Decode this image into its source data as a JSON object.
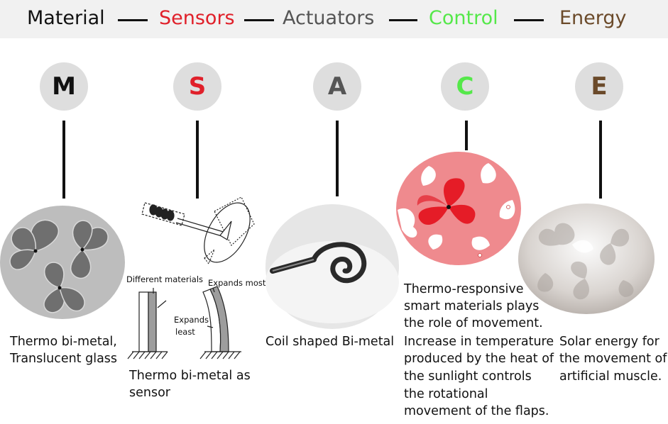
{
  "header": {
    "material": "Material",
    "sensors": "Sensors",
    "actuators": "Actuators",
    "control": "Control",
    "energy": "Energy"
  },
  "colors": {
    "material": "#111111",
    "sensors": "#e0202a",
    "actuators": "#555555",
    "control": "#55e84a",
    "energy": "#6b4a2a"
  },
  "letters": {
    "m": "M",
    "s": "S",
    "a": "A",
    "c": "C",
    "e": "E"
  },
  "captions": {
    "material_line1": "Thermo bi-metal,",
    "material_line2": "Translucent glass",
    "sensor_line1": "Thermo bi-metal as",
    "sensor_line2": "sensor",
    "actuator": "Coil shaped Bi-metal",
    "control_lines": [
      "Thermo-responsive",
      "smart materials plays",
      "the role of movement.",
      "Increase in temperature",
      "produced by the heat of",
      "the sunlight controls",
      "the rotational",
      "movement of the flaps."
    ],
    "energy_lines": [
      "Solar energy for",
      "the movement of",
      "artificial muscle."
    ]
  },
  "sensor_labels": {
    "different": "Different materials",
    "expands_most": "Expands most",
    "expands": "Expands",
    "least": "least"
  }
}
